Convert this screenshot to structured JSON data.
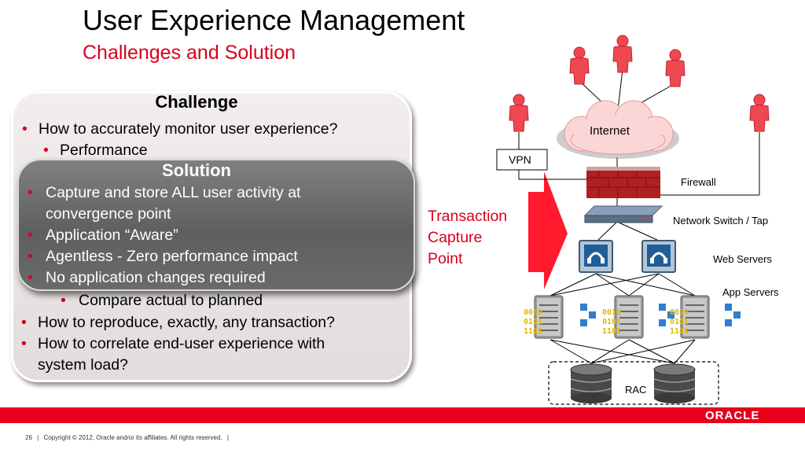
{
  "slide": {
    "title": "User Experience Management",
    "subtitle": "Challenges and Solution"
  },
  "challenge": {
    "heading": "Challenge",
    "items": [
      "How to accurately monitor user experience?",
      "Performance",
      "Compare actual to planned",
      "How to reproduce, exactly, any transaction?",
      "How to correlate end-user experience with",
      "system load?"
    ]
  },
  "solution": {
    "heading": "Solution",
    "items": [
      "Capture and store ALL user activity at",
      "convergence point",
      "Application “Aware”",
      "Agentless - Zero performance impact",
      "No application changes required"
    ]
  },
  "capture": {
    "line1": "Transaction",
    "line2": "Capture",
    "line3": "Point"
  },
  "diagram": {
    "internet": "Internet",
    "vpn": "VPN",
    "firewall": "Firewall",
    "switch": "Network Switch / Tap",
    "web_servers": "Web Servers",
    "app_servers": "App Servers",
    "rac": "RAC",
    "binary": [
      "0010",
      "0101",
      "1101"
    ]
  },
  "footer": {
    "page": "26",
    "copyright": "Copyright © 2012, Oracle and/or its affiliates. All rights reserved.",
    "logo": "ORACLE"
  },
  "colors": {
    "accent": "#d8001b",
    "footer_bar": "#e8001c"
  }
}
